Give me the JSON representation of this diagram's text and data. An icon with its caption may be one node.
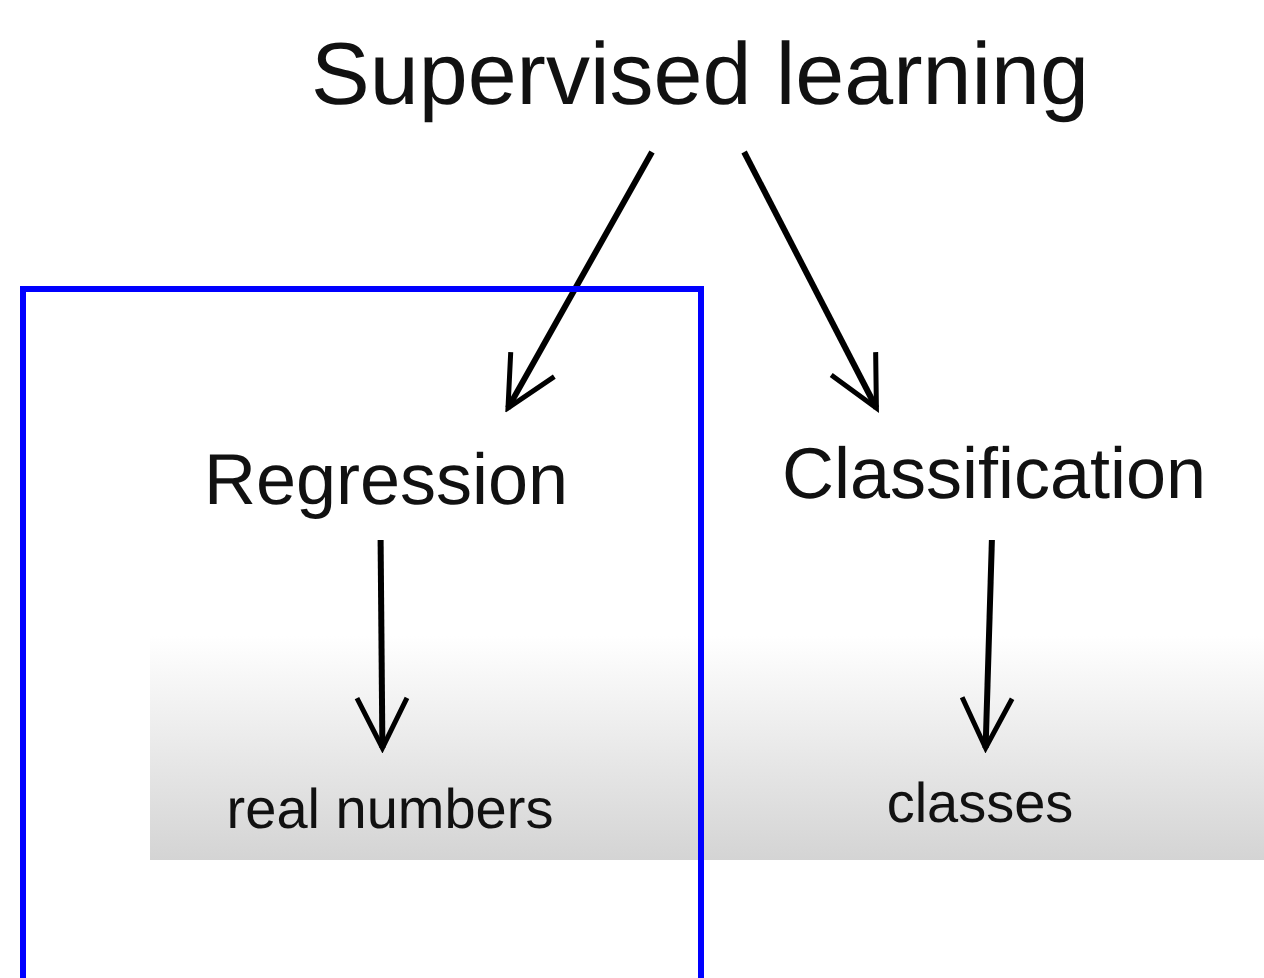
{
  "diagram": {
    "nodes": [
      {
        "text": [
          "Supervised learning"
        ]
      },
      {
        "text": [],
        "shape": "box"
      },
      {
        "text": [
          "Regression"
        ],
        "in": 1
      },
      {
        "text": [
          "Classification"
        ]
      },
      {
        "text": [
          "real numbers"
        ],
        "in": 1
      },
      {
        "text": [
          "classes"
        ]
      }
    ],
    "edges": [
      {
        "from": 0,
        "to": 2,
        "arrow": "to"
      },
      {
        "from": 0,
        "to": 3,
        "arrow": "to"
      },
      {
        "from": 2,
        "to": 4,
        "arrow": "to"
      },
      {
        "from": 3,
        "to": 5,
        "arrow": "to"
      }
    ]
  }
}
